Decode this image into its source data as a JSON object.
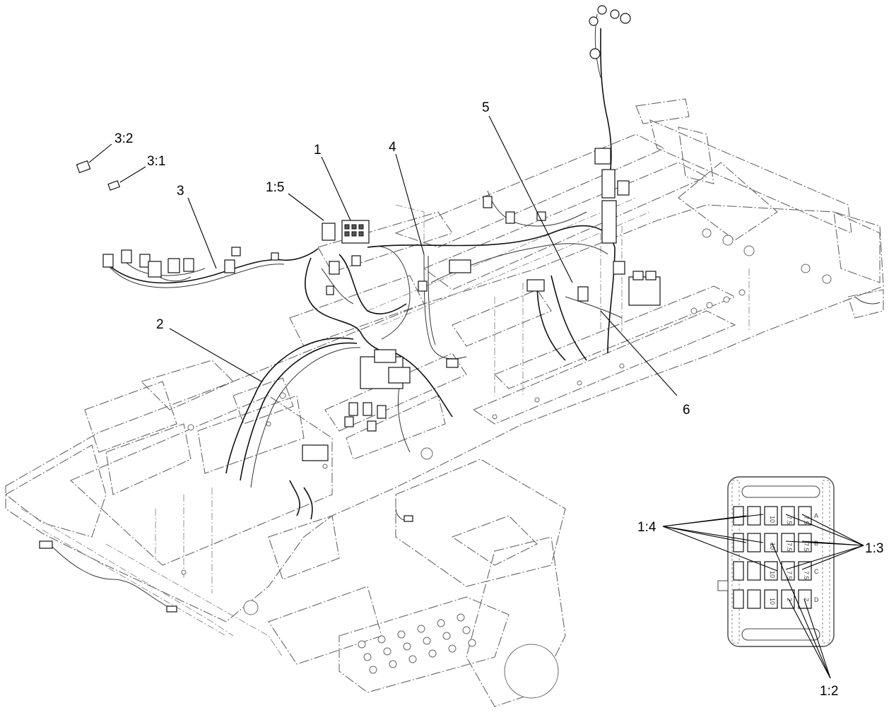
{
  "callouts": {
    "c1": "1",
    "c1_5": "1:5",
    "c2": "2",
    "c3": "3",
    "c3_1": "3:1",
    "c3_2": "3:2",
    "c4": "4",
    "c5": "5",
    "c6": "6",
    "c1_2": "1:2",
    "c1_3": "1:3",
    "c1_4": "1:4"
  },
  "fuse_block": {
    "row_letters": [
      "A",
      "B",
      "C",
      "D"
    ],
    "amp_labels": [
      "10",
      "7.5",
      "7.5",
      "10",
      "7.5",
      "7.5",
      "10",
      "7.5",
      "7.5",
      "10",
      "2",
      "2"
    ]
  }
}
